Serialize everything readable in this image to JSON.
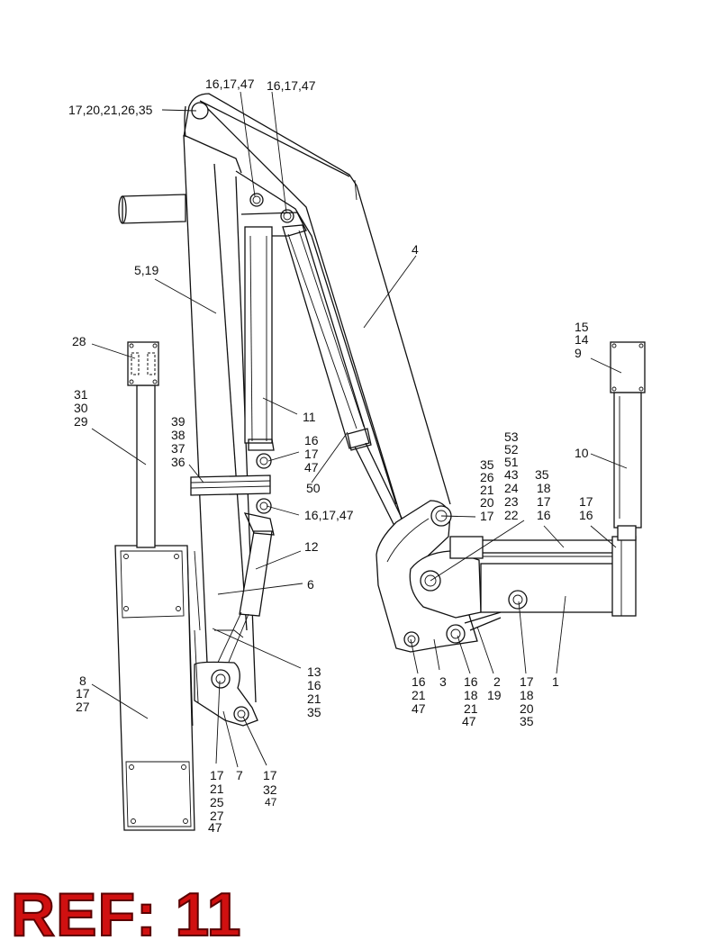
{
  "labels": [
    "17,20,21,26,35",
    "16,17,47",
    "16,17,47",
    "4",
    "5,19",
    "28",
    "31",
    "30",
    "29",
    "11",
    "39",
    "38",
    "37",
    "36",
    "16",
    "17",
    "47",
    "50",
    "16,17,47",
    "12",
    "6",
    "13",
    "16",
    "21",
    "35",
    "8",
    "17",
    "27",
    "17",
    "21",
    "25",
    "27",
    "47",
    "7",
    "17",
    "32",
    "47",
    "16",
    "21",
    "47",
    "3",
    "16",
    "18",
    "21",
    "47",
    "2",
    "19",
    "17",
    "18",
    "20",
    "35",
    "1",
    "53",
    "52",
    "51",
    "43",
    "24",
    "23",
    "22",
    "35",
    "26",
    "21",
    "20",
    "17",
    "35",
    "18",
    "17",
    "16",
    "17",
    "16",
    "15",
    "14",
    "9",
    "10"
  ],
  "ref_label": "REF: 11"
}
